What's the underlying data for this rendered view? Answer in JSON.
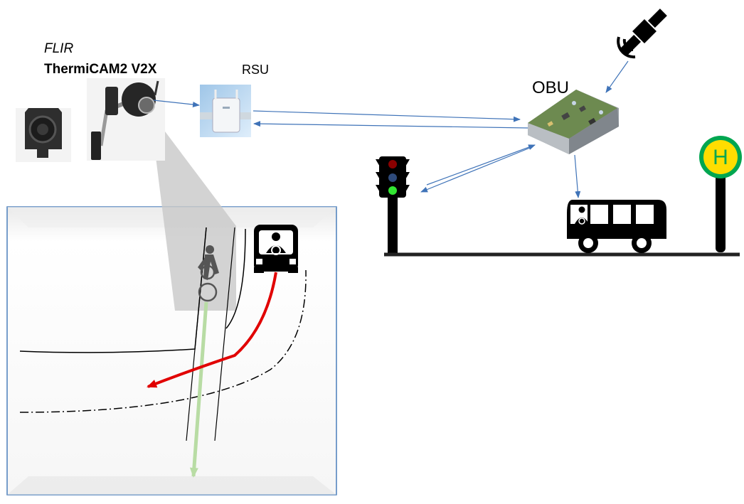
{
  "labels": {
    "camera_brand": "FLIR",
    "camera_model": "ThermiCAM2 V2X",
    "rsu": "RSU",
    "obu": "OBU",
    "bus_stop_sign": "H"
  },
  "colors": {
    "signal_arrow": "#3f73b8",
    "bus_path": "#e10000",
    "bicycle_path": "#b8dca4",
    "frame_border": "#4a7ebb",
    "camera_fov": "#c8c8c8",
    "light_red": "#8b0000",
    "light_yellow": "#2e4a7a",
    "light_green": "#32e632",
    "stop_sign_ring": "#00a650",
    "stop_sign_fill": "#ffdd00"
  },
  "icons": {
    "camera_front": "thermal-camera-front-icon",
    "camera_mounted": "thermal-camera-mounted-icon",
    "rsu": "roadside-unit-icon",
    "obu": "onboard-unit-board-icon",
    "satellite": "satellite-icon",
    "traffic_light": "traffic-light-icon",
    "bus": "bus-icon",
    "bus_stop": "bus-stop-sign-icon",
    "cyclist": "cyclist-icon",
    "bus_top_view": "bus-front-icon"
  }
}
